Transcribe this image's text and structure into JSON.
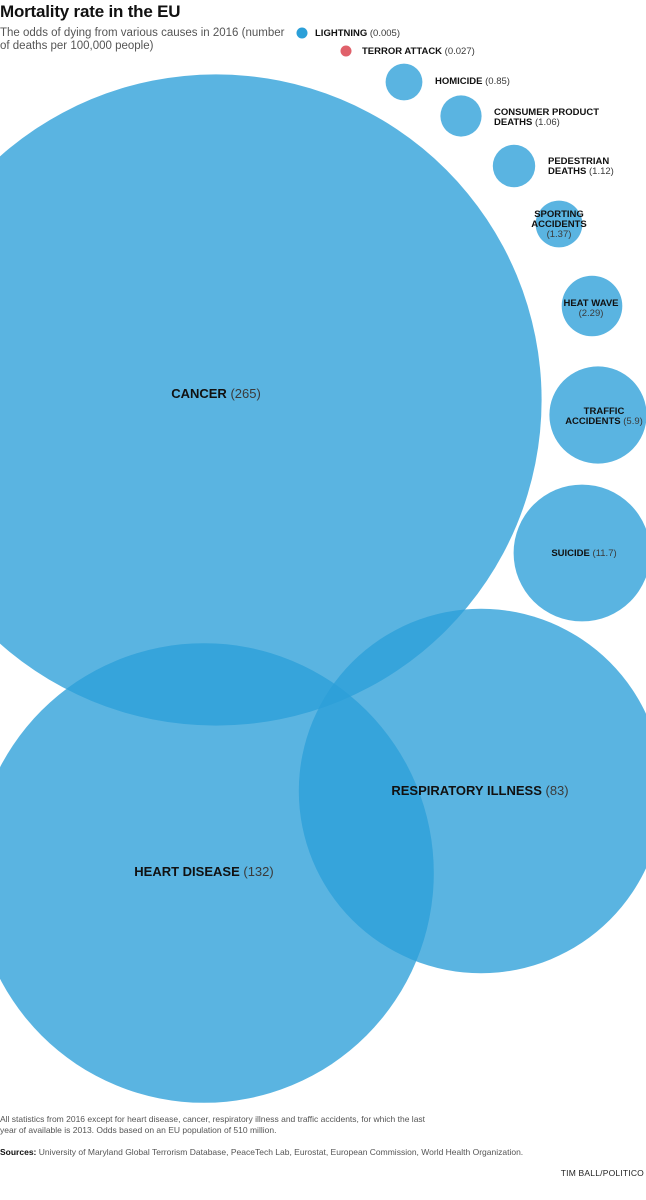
{
  "title": "Mortality rate in the EU",
  "subtitle": "The odds of dying from various causes in 2016 (number of deaths per 100,000 people)",
  "footnote": "All statistics from 2016 except for heart disease, cancer, respiratory illness and traffic accidents, for which the last year of available is 2013. Odds based on an EU population of 510 million.",
  "sources_label": "Sources:",
  "sources_text": "University of Maryland Global Terrorism Database, PeaceTech Lab, Eurostat, European Commission, World Health Organization.",
  "credit": "TIM BALL/POLITICO",
  "colors": {
    "bubble": "#2b9fd8",
    "terror": "#e0616b"
  },
  "chart_data": {
    "type": "bubble",
    "unit": "deaths per 100,000 people",
    "series": [
      {
        "name": "Lightning",
        "label": [
          "LIGHTNING"
        ],
        "display_value": "0.005",
        "value": 0.005,
        "color": "#2b9fd8"
      },
      {
        "name": "Terror attack",
        "label": [
          "TERROR ATTACK"
        ],
        "display_value": "0.027",
        "value": 0.027,
        "color": "#e0616b"
      },
      {
        "name": "Homicide",
        "label": [
          "HOMICIDE"
        ],
        "display_value": "0.85",
        "value": 0.85
      },
      {
        "name": "Consumer product deaths",
        "label": [
          "CONSUMER PRODUCT",
          "DEATHS"
        ],
        "display_value": "1.06",
        "value": 1.06
      },
      {
        "name": "Pedestrian deaths",
        "label": [
          "PEDESTRIAN",
          "DEATHS"
        ],
        "display_value": "1.12",
        "value": 1.12
      },
      {
        "name": "Sporting accidents",
        "label": [
          "SPORTING",
          "ACCIDENTS"
        ],
        "display_value": "1.37",
        "value": 1.37
      },
      {
        "name": "Heat wave",
        "label": [
          "HEAT WAVE"
        ],
        "display_value": "2.29",
        "value": 2.29
      },
      {
        "name": "Traffic accidents",
        "label": [
          "TRAFFIC",
          "ACCIDENTS"
        ],
        "display_value": "5.9",
        "value": 5.9
      },
      {
        "name": "Suicide",
        "label": [
          "SUICIDE"
        ],
        "display_value": "11.7",
        "value": 11.7
      },
      {
        "name": "Cancer",
        "label": [
          "CANCER"
        ],
        "display_value": "265",
        "value": 265
      },
      {
        "name": "Respiratory illness",
        "label": [
          "RESPIRATORY ILLNESS"
        ],
        "display_value": "83",
        "value": 83
      },
      {
        "name": "Heart disease",
        "label": [
          "HEART DISEASE"
        ],
        "display_value": "132",
        "value": 132
      }
    ]
  }
}
